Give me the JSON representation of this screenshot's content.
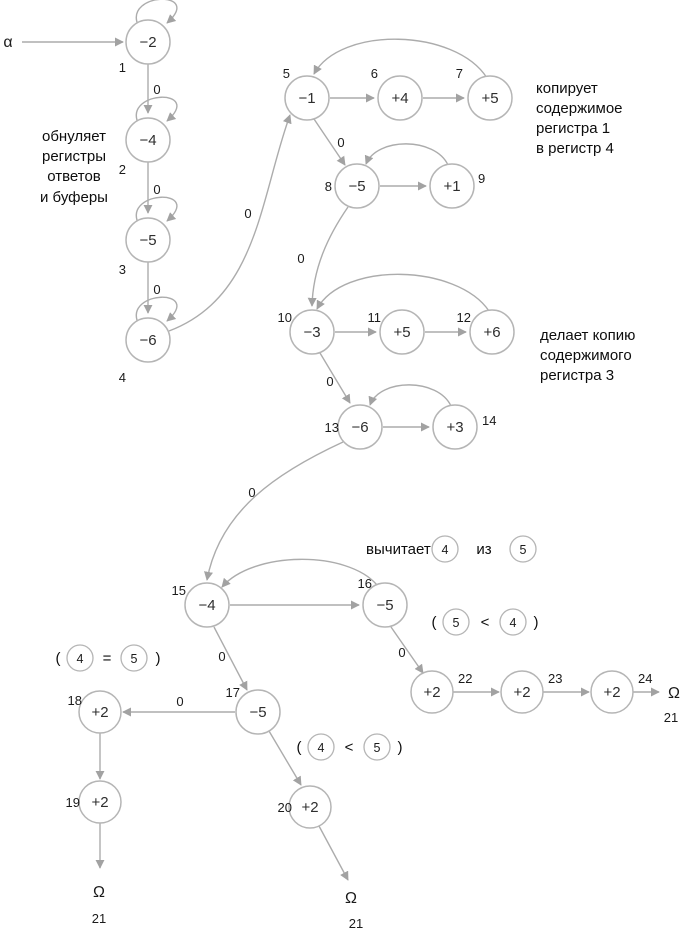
{
  "diagram": {
    "alpha": "α",
    "zero": "0",
    "omega": "Ω",
    "omega_num": "21",
    "stroke_color": "#b5b5b5",
    "text_color": "#1b1b1b"
  },
  "nodes": {
    "1": {
      "num": "1",
      "op": "−2"
    },
    "2": {
      "num": "2",
      "op": "−4"
    },
    "3": {
      "num": "3",
      "op": "−5"
    },
    "4": {
      "num": "4",
      "op": "−6"
    },
    "5": {
      "num": "5",
      "op": "−1"
    },
    "6": {
      "num": "6",
      "op": "+4"
    },
    "7": {
      "num": "7",
      "op": "+5"
    },
    "8": {
      "num": "8",
      "op": "−5"
    },
    "9": {
      "num": "9",
      "op": "+1"
    },
    "10": {
      "num": "10",
      "op": "−3"
    },
    "11": {
      "num": "11",
      "op": "+5"
    },
    "12": {
      "num": "12",
      "op": "+6"
    },
    "13": {
      "num": "13",
      "op": "−6"
    },
    "14": {
      "num": "14",
      "op": "+3"
    },
    "15": {
      "num": "15",
      "op": "−4"
    },
    "16": {
      "num": "16",
      "op": "−5"
    },
    "17": {
      "num": "17",
      "op": "−5"
    },
    "18": {
      "num": "18",
      "op": "+2"
    },
    "19": {
      "num": "19",
      "op": "+2"
    },
    "20": {
      "num": "20",
      "op": "+2"
    },
    "22": {
      "num": "22",
      "op": "+2"
    },
    "23": {
      "num": "23",
      "op": "+2"
    },
    "24": {
      "num": "24",
      "op": "+2"
    }
  },
  "annotations": {
    "zero_registers": {
      "line1": "обнуляет",
      "line2": "регистры",
      "line3": "ответов",
      "line4": "и буферы"
    },
    "copy_r1_r4": {
      "line1": "копирует",
      "line2": "содержимое",
      "line3": "регистра 1",
      "line4": "в регистр 4"
    },
    "copy_r3": {
      "line1": "делает копию",
      "line2": "содержимого",
      "line3": "регистра 3"
    },
    "subtract": {
      "word": "вычитает",
      "iz": "из",
      "reg_a": "4",
      "reg_b": "5"
    },
    "cond_16": {
      "open": "(",
      "lhs": "5",
      "op": "<",
      "rhs": "4",
      "close": ")"
    },
    "cond_18": {
      "open": "(",
      "lhs": "4",
      "op": "=",
      "rhs": "5",
      "close": ")"
    },
    "cond_20": {
      "open": "(",
      "lhs": "4",
      "op": "<",
      "rhs": "5",
      "close": ")"
    }
  }
}
